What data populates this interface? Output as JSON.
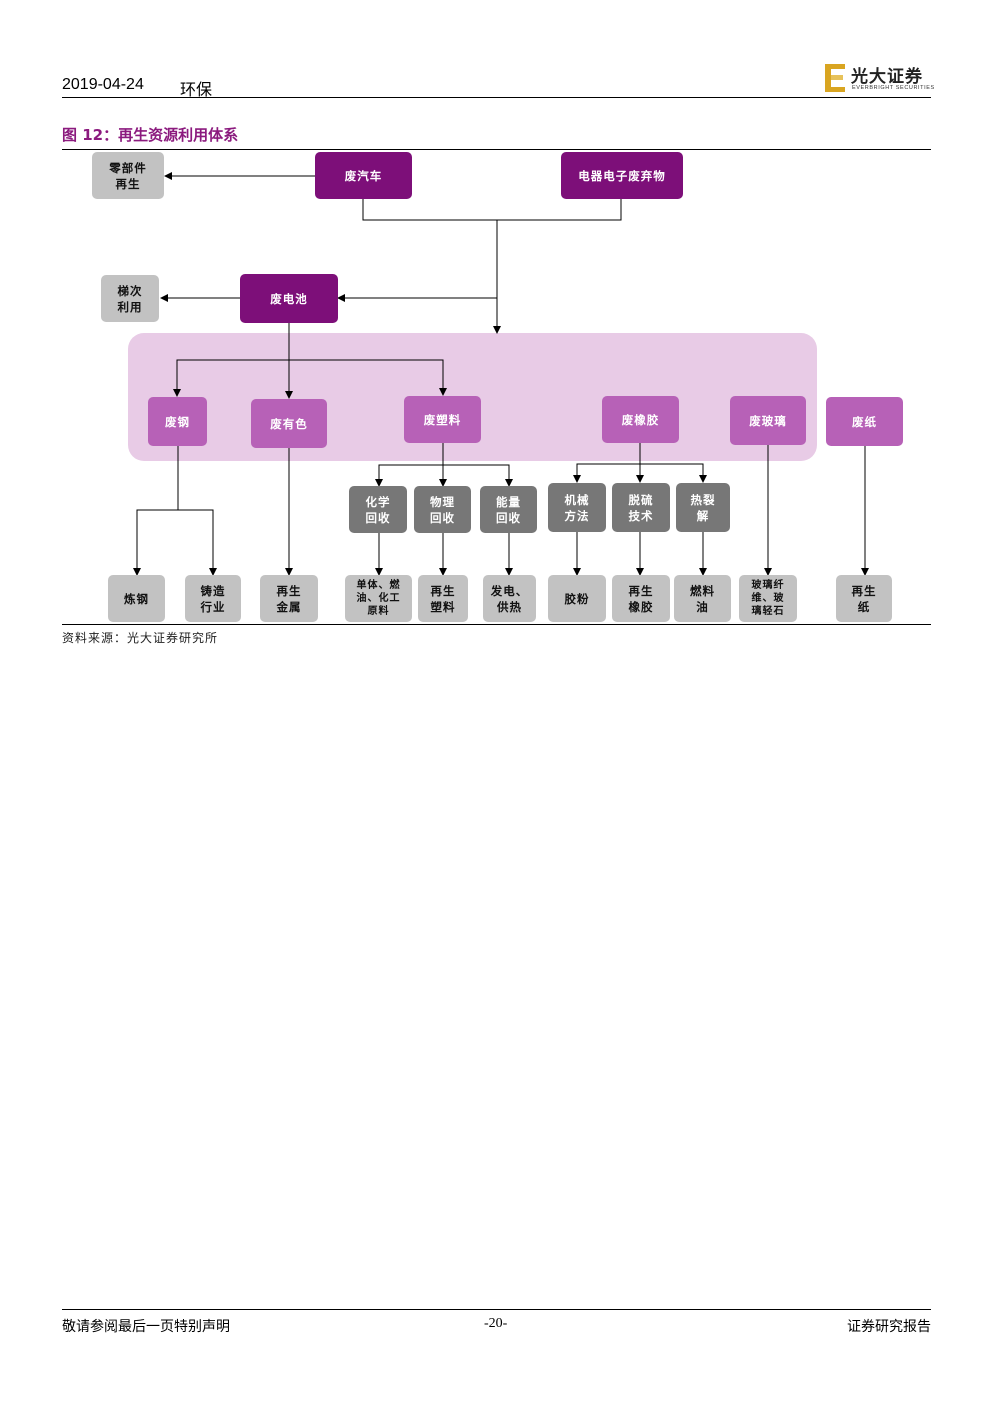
{
  "header": {
    "date": "2019-04-24",
    "sector": "环保",
    "logo_cn": "光大证券",
    "logo_en": "EVERBRIGHT SECURITIES"
  },
  "figure": {
    "title": "图 12：再生资源利用体系",
    "source": "资料来源：光大证券研究所"
  },
  "nodes": {
    "parts_regen": "零部件\n再生",
    "waste_car": "废汽车",
    "waste_electronics": "电器电子废弃物",
    "cascade_use": "梯次\n利用",
    "waste_battery": "废电池",
    "waste_steel": "废钢",
    "waste_nonferrous": "废有色",
    "waste_plastic": "废塑料",
    "waste_rubber": "废橡胶",
    "waste_glass": "废玻璃",
    "waste_paper": "废纸",
    "chem_recycle": "化学\n回收",
    "phys_recycle": "物理\n回收",
    "energy_recycle": "能量\n回收",
    "mech_method": "机械\n方法",
    "desulf_tech": "脱硫\n技术",
    "pyrolysis": "热裂\n解",
    "steelmaking": "炼钢",
    "casting": "铸造\n行业",
    "regen_metal": "再生\n金属",
    "monomer_oil": "单体、燃\n油、化工\n原料",
    "regen_plastic": "再生\n塑料",
    "power_heat": "发电、\n供热",
    "rubber_powder": "胶粉",
    "regen_rubber": "再生\n橡胶",
    "fuel_oil": "燃料\n油",
    "glass_fiber": "玻璃纤\n维、玻\n璃轻石",
    "regen_paper": "再生\n纸"
  },
  "colors": {
    "dark": "#7d0f79",
    "mid": "#b761b7",
    "gray": "#777777",
    "light": "#c2c2c2",
    "panel": "#e8cbe6",
    "title": "#8b1a7e"
  },
  "footer": {
    "disclaimer": "敬请参阅最后一页特别声明",
    "page": "-20-",
    "doc_type": "证券研究报告"
  }
}
